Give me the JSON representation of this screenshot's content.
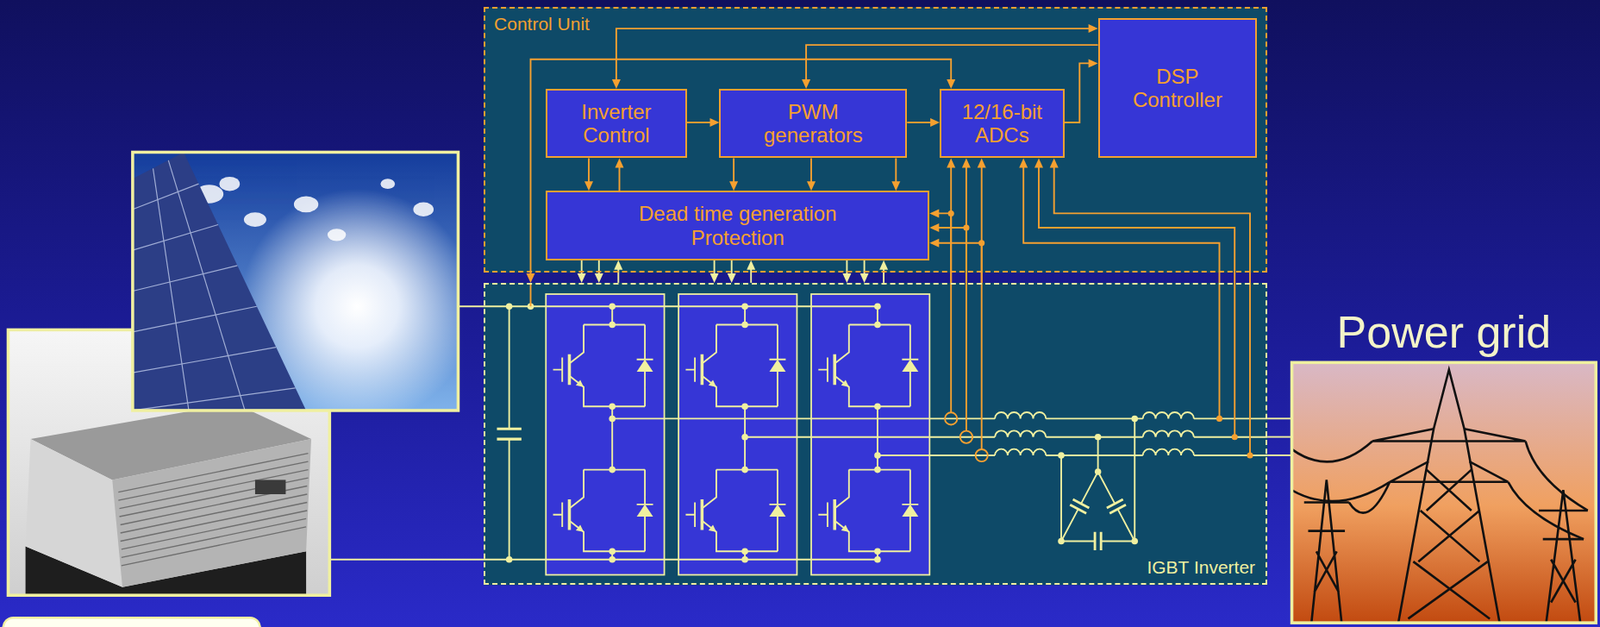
{
  "diagram": {
    "nodes": [
      {
        "text": [
          "Control Unit"
        ]
      },
      {
        "text": [
          "Inverter Control"
        ],
        "in": 0
      },
      {
        "text": [
          "PWM generators"
        ],
        "in": 0
      },
      {
        "text": [
          "12/16-bit ADCs"
        ],
        "in": 0
      },
      {
        "text": [
          "DSP Controller"
        ],
        "in": 0
      },
      {
        "text": [
          "Dead time generation Protection"
        ],
        "in": 0
      },
      {
        "text": [
          "IGBT Inverter"
        ]
      },
      {
        "text": [
          "Power grid"
        ]
      }
    ],
    "edges": [
      {
        "from": 1,
        "to": 2,
        "arrow": "to"
      },
      {
        "from": 2,
        "to": 3,
        "arrow": "to"
      },
      {
        "from": 3,
        "to": 4,
        "arrow": "to"
      },
      {
        "from": 1,
        "to": 4,
        "arrow": "both"
      },
      {
        "from": 4,
        "to": 2,
        "arrow": "to"
      },
      {
        "from": 6,
        "to": 3,
        "arrow": "both"
      },
      {
        "from": 1,
        "to": 5,
        "arrow": "to"
      },
      {
        "from": 5,
        "to": 1,
        "arrow": "to"
      },
      {
        "from": 2,
        "to": 5,
        "arrow": "to"
      },
      {
        "from": 2,
        "to": 5,
        "arrow": "to"
      },
      {
        "from": 2,
        "to": 5,
        "arrow": "to"
      },
      {
        "from": 5,
        "to": 6,
        "arrow": "to"
      },
      {
        "from": 5,
        "to": 6,
        "arrow": "to"
      },
      {
        "from": 6,
        "to": 5,
        "arrow": "to"
      },
      {
        "from": 5,
        "to": 6,
        "arrow": "to"
      },
      {
        "from": 5,
        "to": 6,
        "arrow": "to"
      },
      {
        "from": 6,
        "to": 5,
        "arrow": "to"
      },
      {
        "from": 5,
        "to": 6,
        "arrow": "to"
      },
      {
        "from": 5,
        "to": 6,
        "arrow": "to"
      },
      {
        "from": 6,
        "to": 5,
        "arrow": "to"
      },
      {
        "from": 6,
        "to": 3,
        "arrow": "to"
      },
      {
        "from": 6,
        "to": 3,
        "arrow": "to"
      },
      {
        "from": 6,
        "to": 3,
        "arrow": "to"
      },
      {
        "from": 6,
        "to": 5,
        "arrow": "to"
      },
      {
        "from": 6,
        "to": 5,
        "arrow": "to"
      },
      {
        "from": 6,
        "to": 5,
        "arrow": "to"
      },
      {
        "from": 6,
        "to": 3,
        "arrow": "to"
      },
      {
        "from": 6,
        "to": 3,
        "arrow": "to"
      },
      {
        "from": 6,
        "to": 3,
        "arrow": "to"
      },
      {
        "from": 6,
        "to": 7,
        "arrow": "none"
      },
      {
        "from": 6,
        "to": 7,
        "arrow": "none"
      },
      {
        "from": 6,
        "to": 7,
        "arrow": "none"
      }
    ]
  }
}
